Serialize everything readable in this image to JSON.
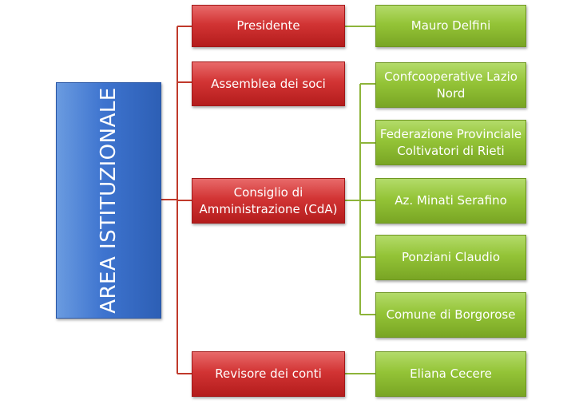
{
  "root": {
    "label": "AREA ISTITUZIONALE"
  },
  "roles": [
    {
      "label": "Presidente"
    },
    {
      "label": "Assemblea dei soci"
    },
    {
      "label": "Consiglio di Amministrazione (CdA)"
    },
    {
      "label": "Revisore dei conti"
    }
  ],
  "members": {
    "presidente": [
      {
        "label": "Mauro Delfini"
      }
    ],
    "consiglio": [
      {
        "label": "Confcooperative Lazio Nord"
      },
      {
        "label": "Federazione Provinciale Coltivatori di Rieti"
      },
      {
        "label": "Az. Minati Serafino"
      },
      {
        "label": "Ponziani Claudio"
      },
      {
        "label": "Comune di Borgorose"
      }
    ],
    "revisore": [
      {
        "label": "Eliana Cecere"
      }
    ]
  },
  "colors": {
    "root": "#3e74cf",
    "role": "#d23434",
    "member": "#94c437",
    "connector_red": "#c0392b",
    "connector_green": "#8db43a"
  }
}
